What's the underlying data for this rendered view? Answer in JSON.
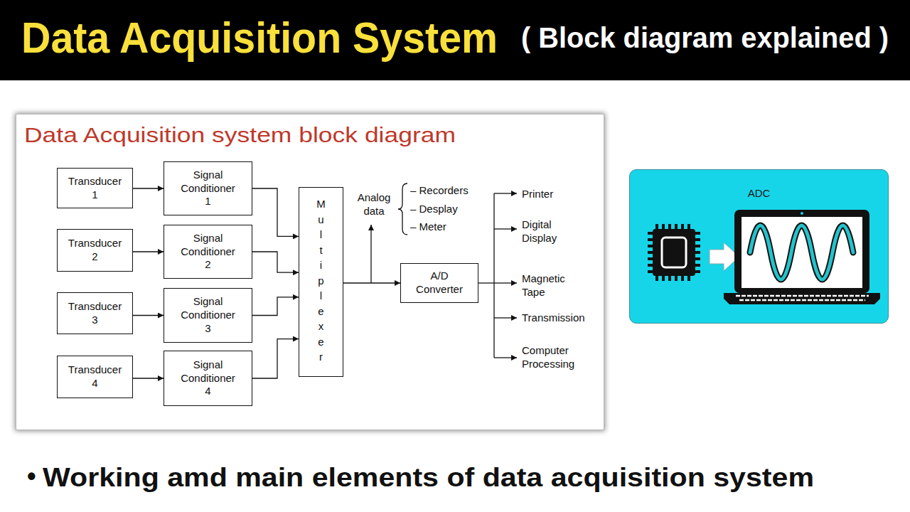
{
  "diagram": {
    "title": "Data Acquisition System",
    "caption": "Working amd main elements of data acquisition system",
    "nodes": [
      {
        "text": [
          "Data Acquisition system block diagram"
        ]
      },
      {
        "text": [
          "Transducer 1"
        ],
        "in": 0
      },
      {
        "text": [
          "Signal Conditioner 1"
        ],
        "in": 0
      },
      {
        "text": [
          "Transducer 2"
        ],
        "in": 0
      },
      {
        "text": [
          "Signal Conditioner 2"
        ],
        "in": 0
      },
      {
        "text": [
          "Transducer 3"
        ],
        "in": 0
      },
      {
        "text": [
          "Signal Conditioner 3"
        ],
        "in": 0
      },
      {
        "text": [
          "Transducer 4"
        ],
        "in": 0
      },
      {
        "text": [
          "Signal Conditioner 4"
        ],
        "in": 0
      },
      {
        "text": [
          "Multiplexer"
        ],
        "in": 0
      },
      {
        "text": [
          "A/D Converter"
        ],
        "in": 0
      },
      {
        "text": [
          "ADC"
        ]
      }
    ],
    "edges": [
      {
        "from": 1,
        "to": 2,
        "arrow": "to"
      },
      {
        "from": 3,
        "to": 4,
        "arrow": "to"
      },
      {
        "from": 5,
        "to": 6,
        "arrow": "to"
      },
      {
        "from": 7,
        "to": 8,
        "arrow": "to"
      },
      {
        "from": 2,
        "to": 9,
        "arrow": "to"
      },
      {
        "from": 4,
        "to": 9,
        "arrow": "to"
      },
      {
        "from": 6,
        "to": 9,
        "arrow": "to"
      },
      {
        "from": 8,
        "to": 9,
        "arrow": "to"
      },
      {
        "from": 9,
        "to": 10,
        "arrow": "to"
      }
    ],
    "labels": [
      "( Block diagram explained )",
      "Analog data",
      "– Recorders",
      "– Desplay",
      "– Meter",
      "Printer",
      "Digital Display",
      "Magnetic Tape",
      "Transmission",
      "Computer Processing",
      "•"
    ]
  }
}
